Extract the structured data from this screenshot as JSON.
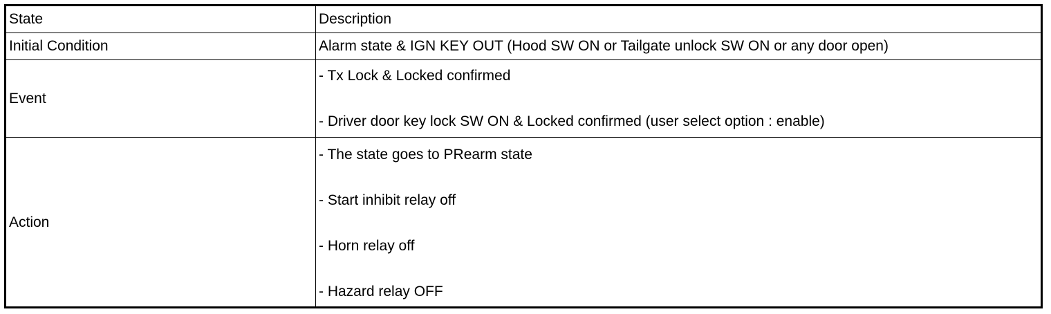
{
  "table": {
    "header": {
      "state": "State",
      "description": "Description"
    },
    "rows": [
      {
        "state": "Initial Condition",
        "lines": [
          "Alarm state & IGN KEY OUT (Hood SW ON or Tailgate unlock SW ON or any door open)"
        ]
      },
      {
        "state": "Event",
        "lines": [
          "- Tx Lock & Locked confirmed",
          "- Driver door key lock SW ON & Locked confirmed (user select option : enable)"
        ]
      },
      {
        "state": "Action",
        "lines": [
          "- The state goes to PRearm state",
          "- Start inhibit relay off",
          "- Horn relay off",
          "- Hazard relay OFF"
        ]
      }
    ]
  }
}
